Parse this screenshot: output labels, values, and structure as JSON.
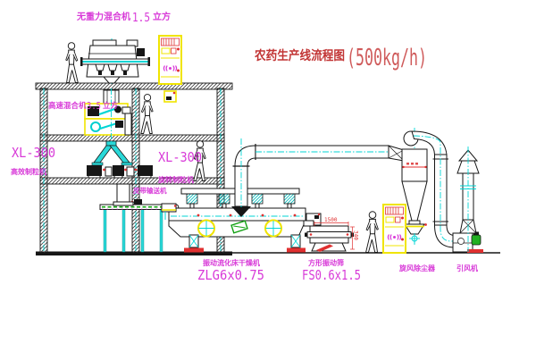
{
  "title": {
    "text": "农药生产线流程图",
    "capacity": "(500kg/h)"
  },
  "equipment": {
    "gravity_mixer": {
      "label": "无重力混合机",
      "size_num": "1.5",
      "size_unit": "立方"
    },
    "high_speed_mixer": {
      "label": "高速混合机",
      "size_num": "3.5",
      "size_unit": "立方"
    },
    "granulator_left": {
      "model": "XL-300",
      "label": "高效制粒机"
    },
    "granulator_right": {
      "model": "XL-300",
      "label": "旋转制粒机"
    },
    "belt_conveyor": {
      "label": "皮带输送机"
    },
    "fluid_bed_dryer": {
      "label": "振动流化床干燥机",
      "model": "ZLG6x0.75"
    },
    "vibrating_screen": {
      "label": "方形振动筛",
      "model": "FS0.6x1.5",
      "dim_width": "1500",
      "dim_height": "340"
    },
    "cyclone": {
      "label": "旋风除尘器"
    },
    "fan": {
      "label": "引风机"
    }
  },
  "colors": {
    "label_magenta": "#d83ad8",
    "title_red": "#c23535",
    "line_cyan": "#00d5d5",
    "highlight_yellow": "#f0e400",
    "accent_red": "#e03030",
    "accent_green": "#22b022"
  }
}
